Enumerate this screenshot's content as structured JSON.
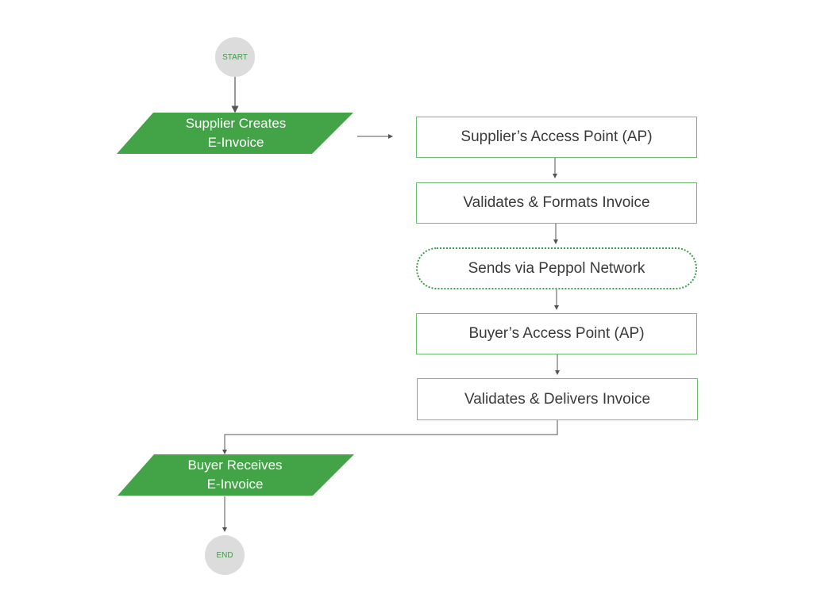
{
  "flowchart": {
    "start": "START",
    "end": "END",
    "supplier_creates": [
      "Supplier Creates",
      "E-Invoice"
    ],
    "steps": [
      "Supplier’s Access Point (AP)",
      "Validates & Formats Invoice",
      "Sends via Peppol Network",
      "Buyer’s Access Point (AP)",
      "Validates & Delivers Invoice"
    ],
    "buyer_receives": [
      "Buyer Receives",
      "E-Invoice"
    ],
    "colors": {
      "green": "#43a347",
      "node_border": "#6cbf6f",
      "circle": "#dcdcdc",
      "line": "#555555"
    }
  }
}
